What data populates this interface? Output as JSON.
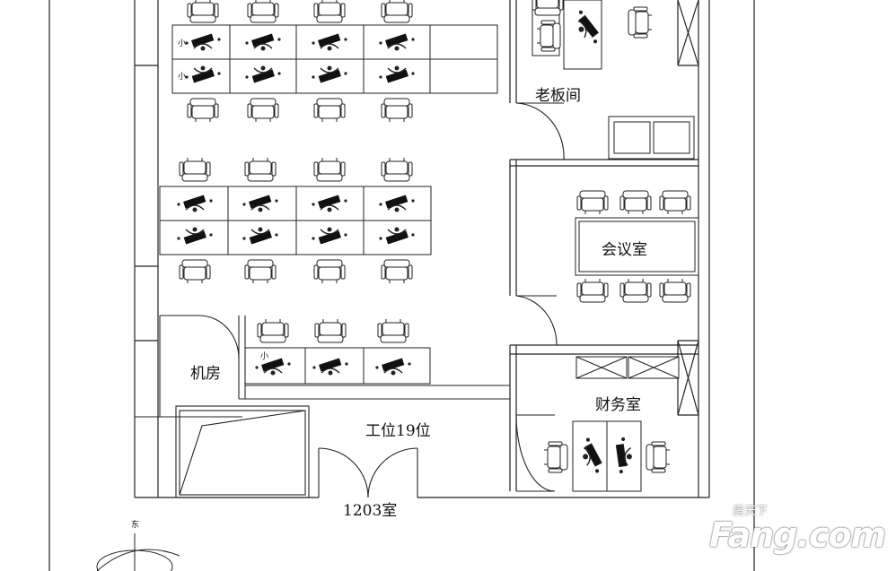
{
  "labels": {
    "boss_office": "老板间",
    "meeting_room": "会议室",
    "server_room": "机房",
    "finance_room": "财务室",
    "workstations": "工位19位",
    "room_number": "1203室",
    "compass_east": "东",
    "small_a": "小",
    "small_b": "小",
    "small_c": "小"
  },
  "watermark": {
    "brand": "Fang.com",
    "cn": "房天下"
  }
}
